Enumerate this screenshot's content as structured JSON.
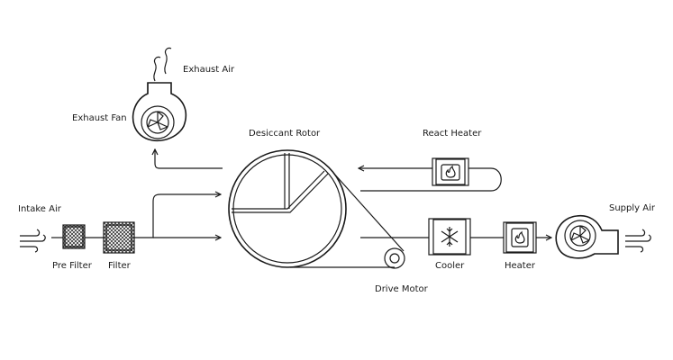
{
  "labels": {
    "exhaust_air": "Exhaust Air",
    "exhaust_fan": "Exhaust Fan",
    "desiccant_rotor": "Desiccant Rotor",
    "react_heater": "React Heater",
    "intake_air": "Intake Air",
    "pre_filter": "Pre Filter",
    "filter": "Filter",
    "drive_motor": "Drive Motor",
    "cooler": "Cooler",
    "heater": "Heater",
    "supply_air": "Supply Air"
  },
  "icons": {
    "fan": "fan-icon",
    "flame": "flame-icon",
    "snowflake": "snowflake-icon",
    "wind": "wind-icon",
    "steam": "steam-icon"
  },
  "colors": {
    "line": "#1a1a1a",
    "background": "#ffffff"
  }
}
